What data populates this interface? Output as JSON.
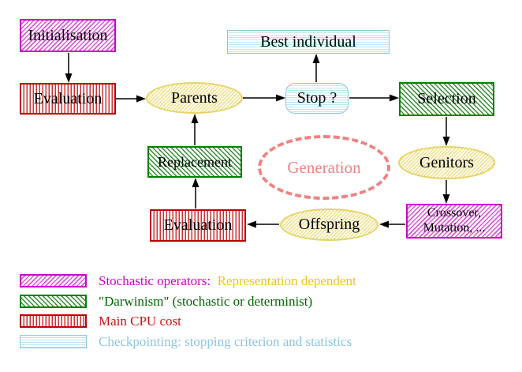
{
  "diagram": {
    "nodes": {
      "initialisation": {
        "label": "Initialisation"
      },
      "best_individual": {
        "label": "Best individual"
      },
      "evaluation_top": {
        "label": "Evaluation"
      },
      "parents": {
        "label": "Parents"
      },
      "stop": {
        "label": "Stop ?"
      },
      "selection": {
        "label": "Selection"
      },
      "replacement": {
        "label": "Replacement"
      },
      "generation": {
        "label": "Generation"
      },
      "genitors": {
        "label": "Genitors"
      },
      "evaluation_bottom": {
        "label": "Evaluation"
      },
      "offspring": {
        "label": "Offspring"
      },
      "crossover": {
        "line1": "Crossover,",
        "line2": "Mutation, ..."
      }
    },
    "legend": {
      "items": [
        {
          "swatch": "magenta-diagonal-hatch",
          "text": "Stochastic operators:",
          "text2": "Representation dependent"
        },
        {
          "swatch": "green-diagonal-hatch",
          "text": "\"Darwinism\" (stochastic or determinist)"
        },
        {
          "swatch": "red-vertical-hatch",
          "text": "Main CPU cost"
        },
        {
          "swatch": "blue-horizontal-hatch",
          "text": "Checkpointing: stopping criterion and statistics"
        }
      ]
    },
    "colors": {
      "magenta": "#cc00cc",
      "green": "#008000",
      "red": "#cc1111",
      "light_blue": "#8fc4e4",
      "yellow_hatch": "#e6d467",
      "yellow_text": "#f0c31e",
      "salmon": "#ee8383",
      "text": "#000000",
      "background": "#ffffff"
    }
  }
}
